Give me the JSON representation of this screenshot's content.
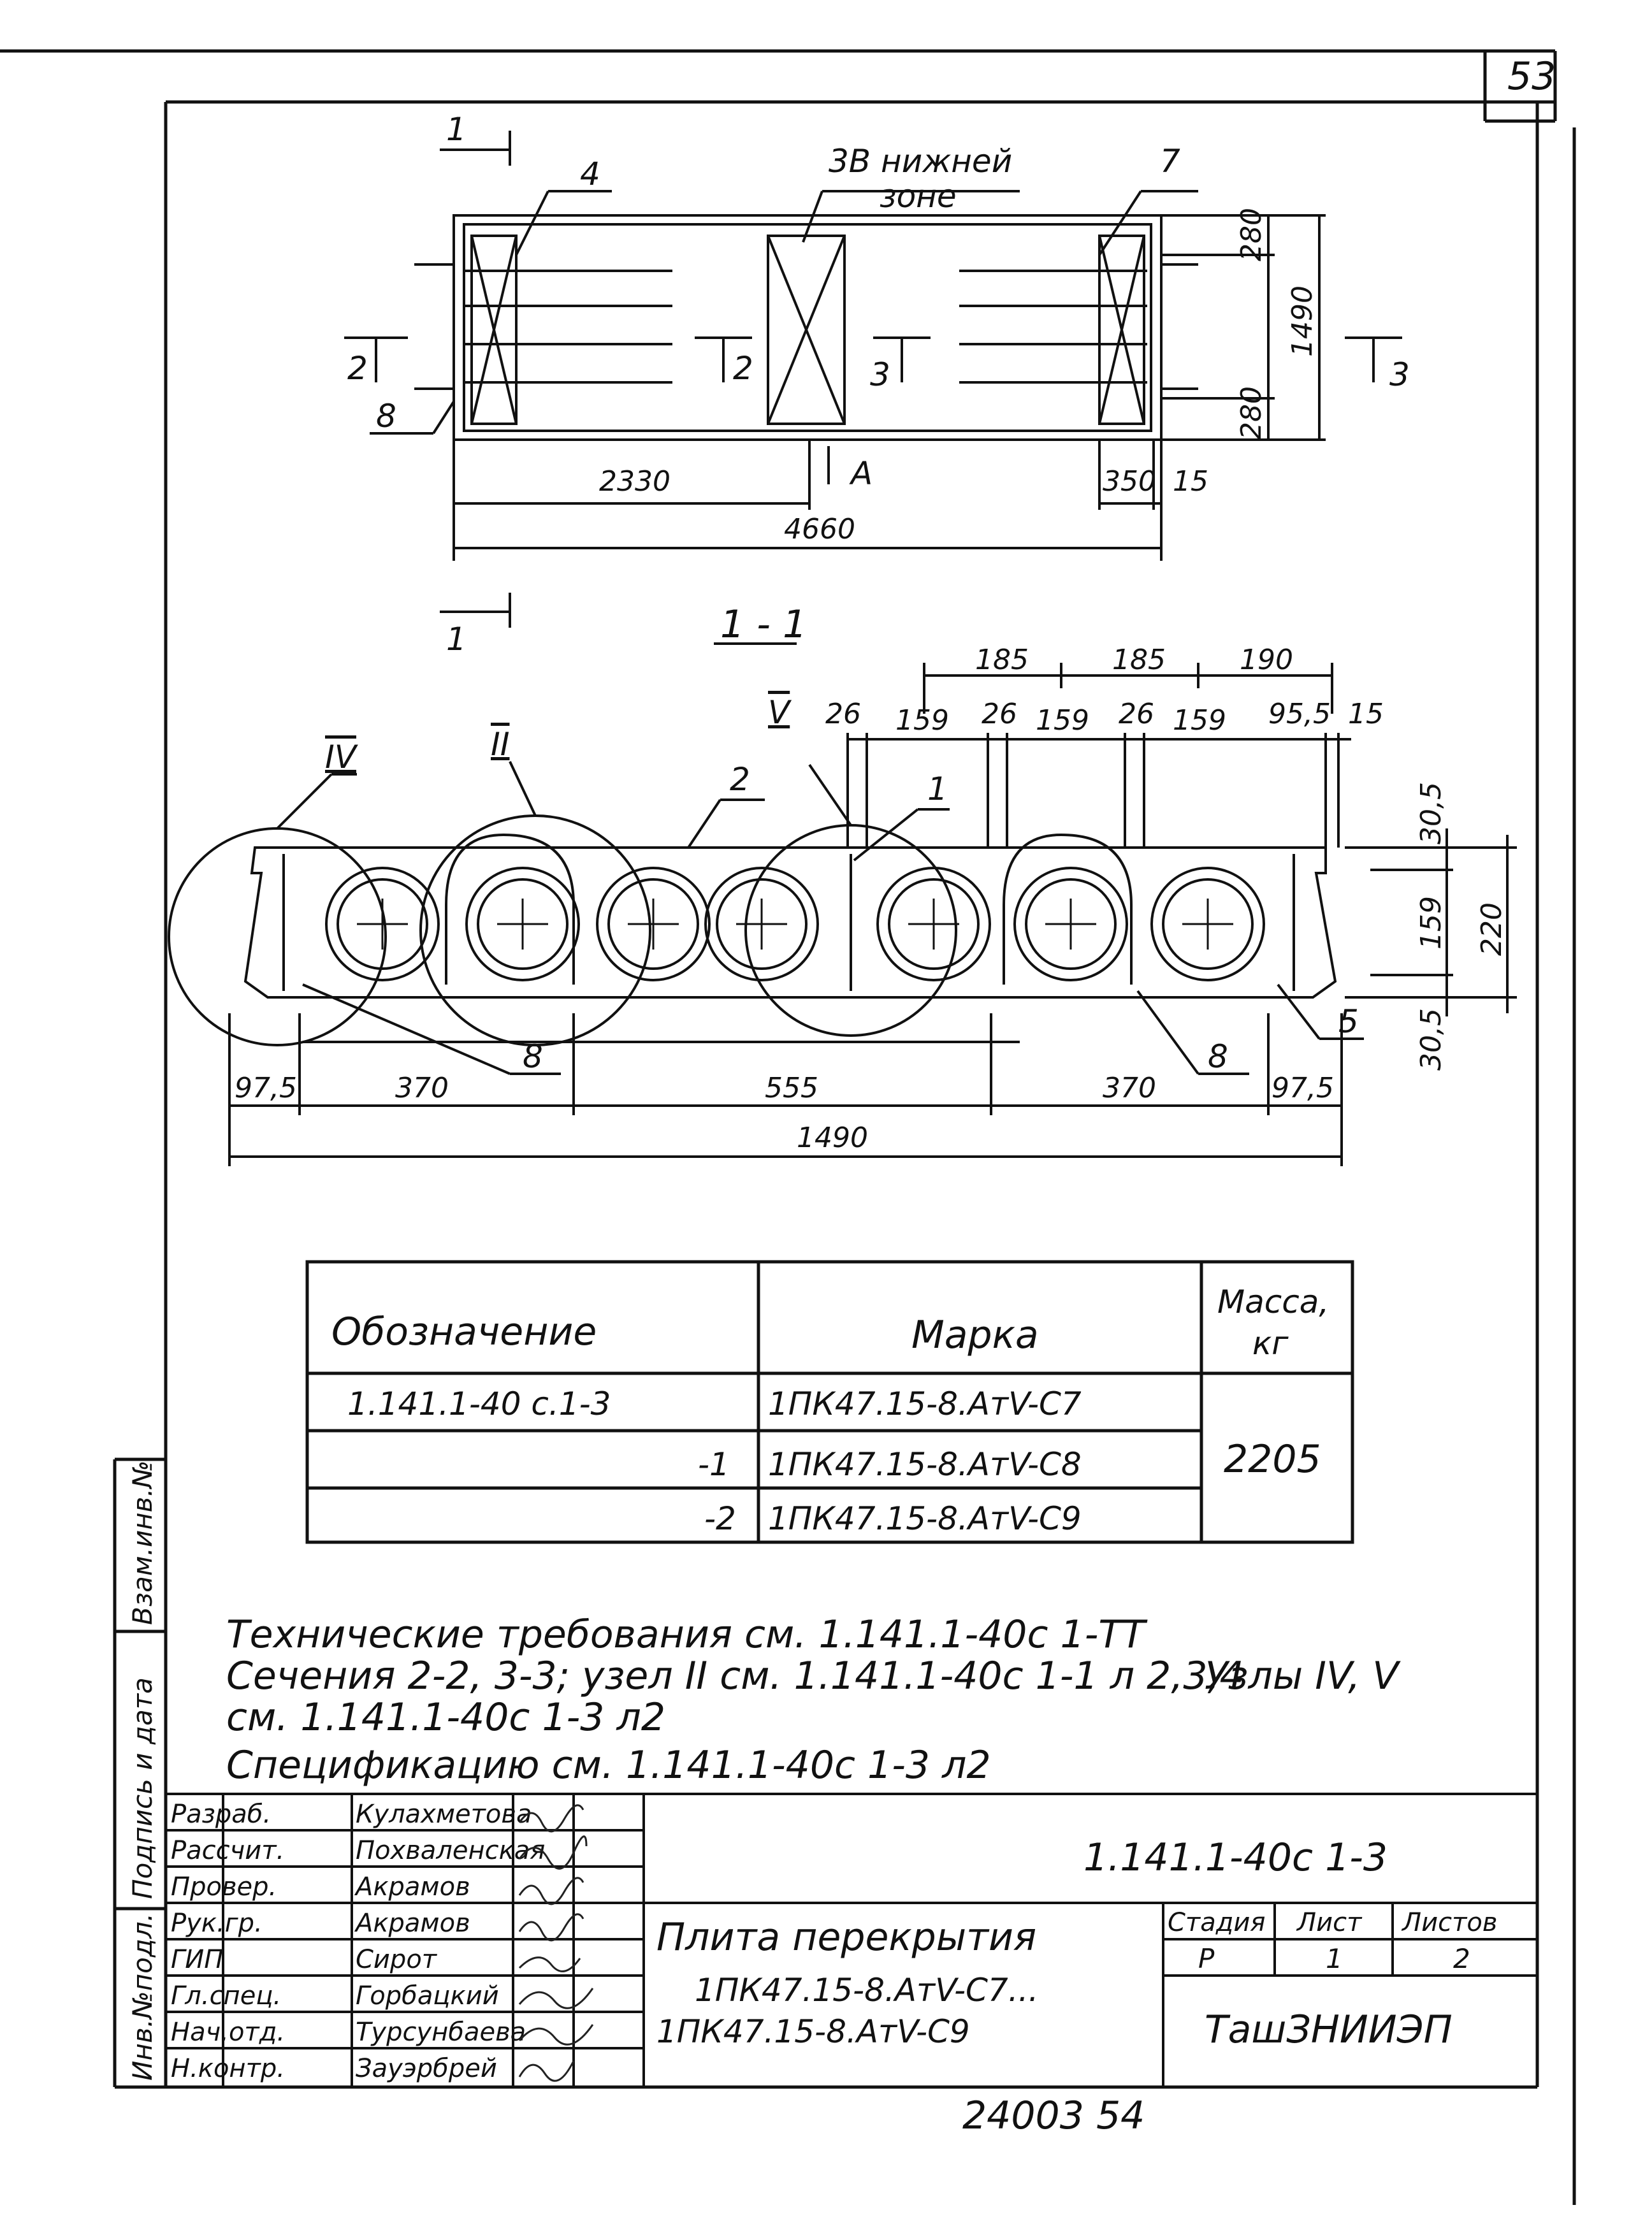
{
  "sheet_number": "53",
  "footer_number": "24003   54",
  "plan": {
    "callouts": [
      "4",
      "3В нижней",
      "зоне",
      "7",
      "8"
    ],
    "section_marks": [
      "1",
      "1",
      "2",
      "2",
      "3",
      "3",
      "A"
    ],
    "dims": [
      "280",
      "1490",
      "280",
      "2330",
      "350",
      "15",
      "4660"
    ]
  },
  "section": {
    "title": "1 - 1",
    "top_dims": [
      "185",
      "185",
      "190"
    ],
    "mid_dims": [
      "26",
      "159",
      "26",
      "159",
      "26",
      "159",
      "95,5",
      "15"
    ],
    "node_marks": [
      "IV",
      "II",
      "V"
    ],
    "callouts": [
      "2",
      "1",
      "8",
      "8",
      "5"
    ],
    "right_dims": [
      "30,5",
      "159",
      "220",
      "30,5"
    ],
    "bottom_dims": [
      "97,5",
      "370",
      "555",
      "370",
      "97,5",
      "1490"
    ]
  },
  "spec_table": {
    "headers": [
      "Обозначение",
      "Марка",
      "Масса,",
      "кг"
    ],
    "rows": [
      {
        "designation": "1.141.1-40      с.1-3",
        "mark": "1ПК47.15-8.АтV-С7"
      },
      {
        "designation": "-1",
        "mark": "1ПК47.15-8.АтV-С8"
      },
      {
        "designation": "-2",
        "mark": "1ПК47.15-8.АтV-С9"
      }
    ],
    "mass": "2205"
  },
  "notes": [
    "Технические требования см. 1.141.1-40с 1-ТТ",
    "Сечения 2-2, 3-3; узел II см. 1.141.1-40с 1-1 л 2,3,4",
    "см. 1.141.1-40с 1-3 л2",
    "Спецификацию см. 1.141.1-40с 1-3 л2"
  ],
  "notes_right": "Узлы IV, V",
  "side_stamp": [
    "Взам.инв.№",
    "Подпись и дата",
    "Инв.№подл."
  ],
  "title_block": {
    "people": [
      {
        "role": "Разраб.",
        "name": "Кулахметова"
      },
      {
        "role": "Рассчит.",
        "name": "Похваленская"
      },
      {
        "role": "Провер.",
        "name": "Акрамов"
      },
      {
        "role": "Рук.гр.",
        "name": "Акрамов"
      },
      {
        "role": "ГИП",
        "name": "Сирот"
      },
      {
        "role": "Гл.спец.",
        "name": "Горбацкий"
      },
      {
        "role": "Нач.отд.",
        "name": "Турсунбаева"
      },
      {
        "role": "Н.контр.",
        "name": "Зауэрбрей"
      }
    ],
    "doc_code": "1.141.1-40с 1-3",
    "title_lines": [
      "Плита перекрытия",
      "1ПК47.15-8.АтV-С7...",
      "1ПК47.15-8.АтV-С9"
    ],
    "stage_head": "Стадия",
    "sheet_head": "Лист",
    "sheets_head": "Листов",
    "stage": "Р",
    "sheet": "1",
    "sheets": "2",
    "org": "ТашЗНИИЭП"
  }
}
